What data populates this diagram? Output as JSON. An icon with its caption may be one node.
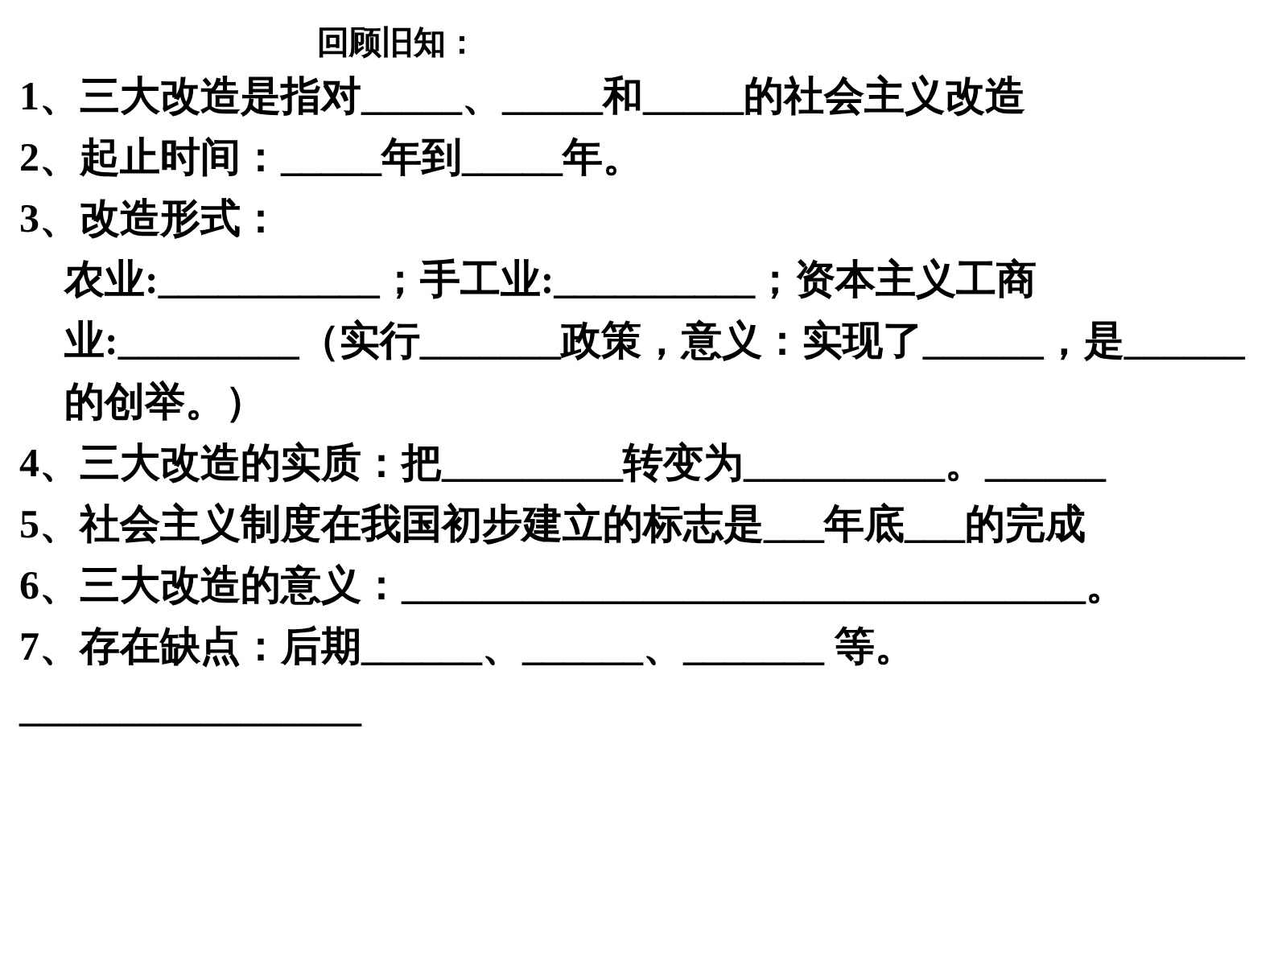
{
  "diagram": {
    "title": "回顾旧知：",
    "labels": [
      "1、三大改造是指对_____、_____和_____的社会主义改造",
      "2、起止时间：_____年到_____年。",
      "3、改造形式：",
      "农业:___________；手工业:__________；资本主义工商业:_________（实行_______政策，意义：实现了______，是______的创举。）",
      "4、三大改造的实质：把_________转变为__________。______",
      "5、社会主义制度在我国初步建立的标志是___年底___的完成",
      "6、三大改造的意义：__________________________________。",
      "7、存在缺点：后期______、______、_______ 等。 _________________"
    ]
  }
}
